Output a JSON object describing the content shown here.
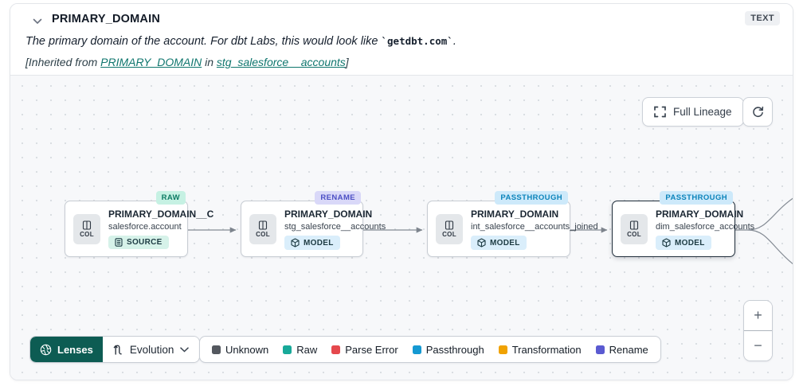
{
  "header": {
    "title": "PRIMARY_DOMAIN",
    "type_badge": "TEXT",
    "description_prefix": "The primary domain of the account. For dbt Labs, this would look like ",
    "description_code": "`getdbt.com`",
    "description_suffix": ".",
    "inherited_prefix": "[Inherited from ",
    "inherited_link_column": "PRIMARY_DOMAIN",
    "inherited_mid": " in ",
    "inherited_link_model": "stg_salesforce__accounts",
    "inherited_suffix": "]"
  },
  "toolbar": {
    "full_lineage_label": "Full Lineage"
  },
  "canvas": {
    "nodes": [
      {
        "status": "RAW",
        "title": "PRIMARY_DOMAIN__C",
        "subtitle": "salesforce.account",
        "kind": "SOURCE",
        "col_label": "COL"
      },
      {
        "status": "RENAME",
        "title": "PRIMARY_DOMAIN",
        "subtitle": "stg_salesforce__accounts",
        "kind": "MODEL",
        "col_label": "COL"
      },
      {
        "status": "PASSTHROUGH",
        "title": "PRIMARY_DOMAIN",
        "subtitle": "int_salesforce__accounts_joined",
        "kind": "MODEL",
        "col_label": "COL"
      },
      {
        "status": "PASSTHROUGH",
        "title": "PRIMARY_DOMAIN",
        "subtitle": "dim_salesforce_accounts",
        "kind": "MODEL",
        "col_label": "COL"
      }
    ]
  },
  "lenses": {
    "lenses_label": "Lenses",
    "selected_lens": "Evolution"
  },
  "legend": {
    "items": [
      {
        "label": "Unknown",
        "color": "#54585f"
      },
      {
        "label": "Raw",
        "color": "#18a999"
      },
      {
        "label": "Parse Error",
        "color": "#e5484d"
      },
      {
        "label": "Passthrough",
        "color": "#1599d2"
      },
      {
        "label": "Transformation",
        "color": "#f0a202"
      },
      {
        "label": "Rename",
        "color": "#5a5ad1"
      }
    ]
  },
  "zoom_controls": {
    "zoom_in": "+",
    "zoom_out": "−"
  },
  "colors": {
    "accent_lenses": "#0d5c53",
    "link": "#0f766e",
    "status": {
      "raw": {
        "bg": "#c6f1e3",
        "fg": "#0d7a63"
      },
      "rename": {
        "bg": "#d9d8f8",
        "fg": "#4c4fc4"
      },
      "passthrough": {
        "bg": "#cde9fa",
        "fg": "#0c84bb"
      }
    },
    "kind": {
      "source": {
        "bg": "#d6f2e9",
        "fg": "#1d3b43"
      },
      "model": {
        "bg": "#daeefb",
        "fg": "#1d3b43"
      }
    }
  }
}
